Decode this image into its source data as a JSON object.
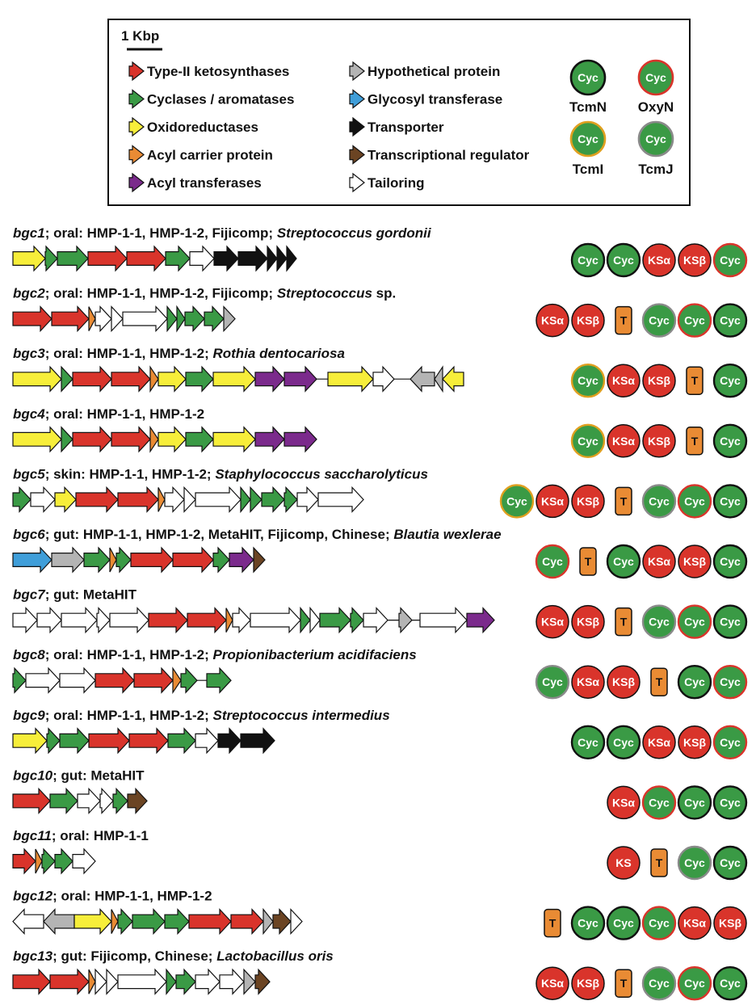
{
  "legend": {
    "scale": "1 Kbp",
    "gene_types": [
      {
        "key": "ks",
        "label": "Type-II ketosynthases",
        "color": "#d9342b"
      },
      {
        "key": "cyc",
        "label": "Cyclases / aromatases",
        "color": "#3a9a45"
      },
      {
        "key": "ox",
        "label": "Oxidoreductases",
        "color": "#f7ee3a"
      },
      {
        "key": "acp",
        "label": "Acyl carrier protein",
        "color": "#e98b34"
      },
      {
        "key": "at",
        "label": "Acyl transferases",
        "color": "#7b2a8c"
      },
      {
        "key": "hyp",
        "label": "Hypothetical protein",
        "color": "#b4b4b4"
      },
      {
        "key": "gt",
        "label": "Glycosyl transferase",
        "color": "#3f9ed9"
      },
      {
        "key": "tr",
        "label": "Transporter",
        "color": "#111111"
      },
      {
        "key": "reg",
        "label": "Transcriptional regulator",
        "color": "#6b4423"
      },
      {
        "key": "tail",
        "label": "Tailoring",
        "color": "#ffffff"
      }
    ],
    "cyc_types": [
      {
        "name": "TcmN",
        "ring": "#111111"
      },
      {
        "name": "OxyN",
        "ring": "#d9342b"
      },
      {
        "name": "TcmI",
        "ring": "#e0a020"
      },
      {
        "name": "TcmJ",
        "ring": "#8a8a8a"
      }
    ],
    "cyc_text": "Cyc"
  },
  "domain_text": {
    "cyc": "Cyc",
    "ksa": "KSα",
    "ksb": "KSβ",
    "ks": "KS",
    "t": "T"
  },
  "clusters": [
    {
      "id": "bgc1",
      "source": "; oral: HMP-1-1, HMP-1-2, Fijicomp; ",
      "species": "Streptococcus gordonii",
      "species_suffix": "",
      "genes": [
        [
          "ox",
          40
        ],
        [
          "cyc",
          15
        ],
        [
          "cyc",
          38
        ],
        [
          "ks",
          48
        ],
        [
          "ks",
          48
        ],
        [
          "cyc",
          30
        ],
        [
          "tail",
          30
        ],
        [
          "tr",
          30
        ],
        [
          "tr",
          36
        ],
        [
          "tr",
          12
        ],
        [
          "tr",
          12
        ],
        [
          "tr",
          12
        ]
      ],
      "domains": [
        "cyc:n",
        "cyc:n",
        "ksa",
        "ksb",
        "cyc:o"
      ]
    },
    {
      "id": "bgc2",
      "source": "; oral: HMP-1-1, HMP-1-2, Fijicomp; ",
      "species": "Streptococcus",
      "species_suffix": " sp.",
      "genes": [
        [
          "ks",
          48
        ],
        [
          "ks",
          46
        ],
        [
          "acp",
          8
        ],
        [
          "tail",
          20
        ],
        [
          "tail",
          14
        ],
        [
          "tail",
          55
        ],
        [
          "cyc",
          12
        ],
        [
          "cyc",
          10
        ],
        [
          "cyc",
          24
        ],
        [
          "cyc",
          24
        ],
        [
          "hyp",
          14
        ]
      ],
      "domains": [
        "ksa",
        "ksb",
        "t",
        "cyc:j",
        "cyc:o",
        "cyc:n"
      ]
    },
    {
      "id": "bgc3",
      "source": "; oral: HMP-1-1, HMP-1-2; ",
      "species": "Rothia dentocariosa",
      "species_suffix": "",
      "genes": [
        [
          "ox",
          60
        ],
        [
          "cyc",
          14
        ],
        [
          "ks",
          48
        ],
        [
          "ks",
          48
        ],
        [
          "acp",
          10
        ],
        [
          "ox",
          34
        ],
        [
          "cyc",
          34
        ],
        [
          "ox",
          52
        ],
        [
          "at",
          36
        ],
        [
          "at",
          40
        ],
        [
          "gap",
          14
        ],
        [
          "ox",
          56
        ],
        [
          "tail",
          26
        ],
        [
          "gap",
          20
        ],
        [
          "-hyp",
          30
        ],
        [
          "-hyp",
          10
        ],
        [
          "-ox",
          26
        ]
      ],
      "domains": [
        "cyc:i",
        "ksa",
        "ksb",
        "t",
        "cyc:n"
      ]
    },
    {
      "id": "bgc4",
      "source": "; oral: HMP-1-1, HMP-1-2",
      "species": "",
      "species_suffix": "",
      "genes": [
        [
          "ox",
          60
        ],
        [
          "cyc",
          14
        ],
        [
          "ks",
          48
        ],
        [
          "ks",
          48
        ],
        [
          "acp",
          10
        ],
        [
          "ox",
          34
        ],
        [
          "cyc",
          34
        ],
        [
          "ox",
          52
        ],
        [
          "at",
          36
        ],
        [
          "at",
          40
        ]
      ],
      "domains": [
        "cyc:i",
        "ksa",
        "ksb",
        "t",
        "cyc:n"
      ]
    },
    {
      "id": "bgc5",
      "source": "; skin: HMP-1-1, HMP-1-2; ",
      "species": "Staphylococcus saccharolyticus",
      "species_suffix": "",
      "genes": [
        [
          "cyc",
          22
        ],
        [
          "tail",
          30
        ],
        [
          "ox",
          26
        ],
        [
          "ks",
          52
        ],
        [
          "ks",
          50
        ],
        [
          "acp",
          8
        ],
        [
          "tail",
          24
        ],
        [
          "tail",
          14
        ],
        [
          "tail",
          56
        ],
        [
          "cyc",
          12
        ],
        [
          "cyc",
          14
        ],
        [
          "cyc",
          28
        ],
        [
          "cyc",
          16
        ],
        [
          "tail",
          26
        ],
        [
          "tail",
          56
        ]
      ],
      "domains": [
        "cyc:i",
        "ksa",
        "ksb",
        "t",
        "cyc:j",
        "cyc:o",
        "cyc:n"
      ]
    },
    {
      "id": "bgc6",
      "source": "; gut: HMP-1-1, HMP-1-2, MetaHIT, Fijicomp, Chinese; ",
      "species": "Blautia wexlerae",
      "species_suffix": "",
      "genes": [
        [
          "gt",
          48
        ],
        [
          "hyp",
          40
        ],
        [
          "cyc",
          32
        ],
        [
          "acp",
          8
        ],
        [
          "cyc",
          18
        ],
        [
          "ks",
          52
        ],
        [
          "ks",
          50
        ],
        [
          "cyc",
          20
        ],
        [
          "at",
          30
        ],
        [
          "reg",
          14
        ]
      ],
      "domains": [
        "cyc:o",
        "t",
        "cyc:n",
        "ksa",
        "ksb",
        "cyc:n"
      ]
    },
    {
      "id": "bgc7",
      "source": "; gut: MetaHIT",
      "species": "",
      "species_suffix": "",
      "genes": [
        [
          "tail",
          30
        ],
        [
          "tail",
          30
        ],
        [
          "tail",
          44
        ],
        [
          "tail",
          16
        ],
        [
          "tail",
          48
        ],
        [
          "ks",
          48
        ],
        [
          "ks",
          48
        ],
        [
          "acp",
          8
        ],
        [
          "tail",
          22
        ],
        [
          "tail",
          62
        ],
        [
          "cyc",
          12
        ],
        [
          "tail",
          12
        ],
        [
          "cyc",
          38
        ],
        [
          "cyc",
          16
        ],
        [
          "tail",
          30
        ],
        [
          "gap",
          14
        ],
        [
          "hyp",
          16
        ],
        [
          "gap",
          10
        ],
        [
          "tail",
          58
        ],
        [
          "at",
          34
        ]
      ],
      "domains": [
        "ksa",
        "ksb",
        "t",
        "cyc:j",
        "cyc:o",
        "cyc:n"
      ]
    },
    {
      "id": "bgc8",
      "source": "; oral: HMP-1-1, HMP-1-2; ",
      "species": "Propionibacterium acidifaciens",
      "species_suffix": "",
      "genes": [
        [
          "cyc",
          16
        ],
        [
          "tail",
          42
        ],
        [
          "tail",
          44
        ],
        [
          "ks",
          48
        ],
        [
          "ks",
          48
        ],
        [
          "acp",
          10
        ],
        [
          "cyc",
          20
        ],
        [
          "gap",
          12
        ],
        [
          "cyc",
          30
        ]
      ],
      "domains": [
        "cyc:j",
        "ksa",
        "ksb",
        "t",
        "cyc:n",
        "cyc:o"
      ]
    },
    {
      "id": "bgc9",
      "source": "; oral: HMP-1-1, HMP-1-2; ",
      "species": "Streptococcus intermedius",
      "species_suffix": "",
      "genes": [
        [
          "ox",
          42
        ],
        [
          "cyc",
          16
        ],
        [
          "cyc",
          36
        ],
        [
          "ks",
          50
        ],
        [
          "ks",
          48
        ],
        [
          "cyc",
          34
        ],
        [
          "tail",
          28
        ],
        [
          "tr",
          28
        ],
        [
          "tr",
          42
        ]
      ],
      "domains": [
        "cyc:n",
        "cyc:n",
        "ksa",
        "ksb",
        "cyc:o"
      ]
    },
    {
      "id": "bgc10",
      "source": "; gut: MetaHIT",
      "species": "",
      "species_suffix": "",
      "italic_semicolon": true,
      "genes": [
        [
          "ks",
          46
        ],
        [
          "cyc",
          34
        ],
        [
          "tail",
          28
        ],
        [
          "tail",
          16
        ],
        [
          "cyc",
          18
        ],
        [
          "reg",
          24
        ]
      ],
      "domains": [
        "ksa",
        "cyc:o",
        "cyc:n",
        "cyc:n"
      ]
    },
    {
      "id": "bgc11",
      "source": "; oral: HMP-1-1",
      "species": "",
      "species_suffix": "",
      "genes": [
        [
          "ks",
          28
        ],
        [
          "acp",
          8
        ],
        [
          "cyc",
          16
        ],
        [
          "cyc",
          22
        ],
        [
          "tail",
          28
        ]
      ],
      "domains": [
        "ks",
        "t",
        "cyc:j",
        "cyc:n"
      ]
    },
    {
      "id": "bgc12",
      "source": "; oral: HMP-1-1, HMP-1-2",
      "species": "",
      "species_suffix": "",
      "genes": [
        [
          "-tail",
          38
        ],
        [
          "-hyp",
          38
        ],
        [
          "ox",
          46
        ],
        [
          "acp",
          8
        ],
        [
          "cyc",
          18
        ],
        [
          "cyc",
          40
        ],
        [
          "cyc",
          30
        ],
        [
          "ks",
          52
        ],
        [
          "ks",
          40
        ],
        [
          "hyp",
          12
        ],
        [
          "reg",
          22
        ],
        [
          "tail",
          14
        ]
      ],
      "domains": [
        "t",
        "cyc:n",
        "cyc:n",
        "cyc:o",
        "ksa",
        "ksb"
      ]
    },
    {
      "id": "bgc13",
      "source": "; gut: Fijicomp, Chinese; ",
      "species": "Lactobacillus oris",
      "species_suffix": "",
      "genes": [
        [
          "ks",
          46
        ],
        [
          "ks",
          48
        ],
        [
          "acp",
          8
        ],
        [
          "tail",
          14
        ],
        [
          "tail",
          14
        ],
        [
          "tail",
          60
        ],
        [
          "cyc",
          12
        ],
        [
          "cyc",
          24
        ],
        [
          "tail",
          30
        ],
        [
          "tail",
          30
        ],
        [
          "hyp",
          14
        ],
        [
          "reg",
          18
        ]
      ],
      "domains": [
        "ksa",
        "ksb",
        "t",
        "cyc:j",
        "cyc:o",
        "cyc:n"
      ]
    }
  ]
}
